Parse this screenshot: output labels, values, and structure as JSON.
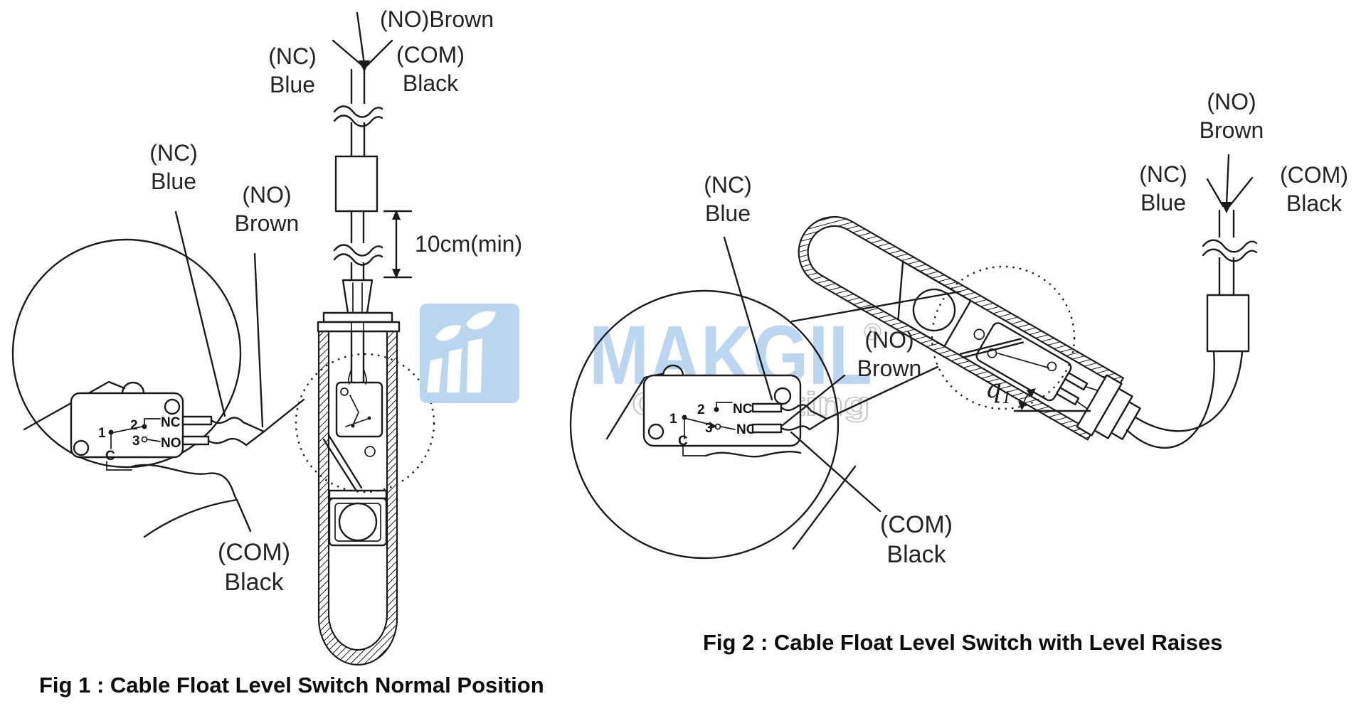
{
  "watermark": {
    "brand": "MAKGIL",
    "registered": "®",
    "tagline": "Connecting",
    "brand_color": "#bcd6f1",
    "tagline_color": "#c3c3c3"
  },
  "fig1": {
    "caption": "Fig 1 : Cable Float Level Switch Normal Position",
    "dimension_label": "10cm(min)",
    "wire_labels": {
      "no_top": "(NO)Brown",
      "nc_top": [
        "(NC)",
        "Blue"
      ],
      "com_top": [
        "(COM)",
        "Black"
      ],
      "nc_side": [
        "(NC)",
        "Blue"
      ],
      "no_side": [
        "(NO)",
        "Brown"
      ],
      "com_bottom": [
        "(COM)",
        "Black"
      ]
    },
    "switch_labels": {
      "p1": "1",
      "p2": "2",
      "p3": "3",
      "nc": "NC",
      "no": "NO",
      "c": "C"
    }
  },
  "fig2": {
    "caption": "Fig 2 : Cable Float Level Switch with Level Raises",
    "angle": {
      "symbol": "q",
      "subscript": "1"
    },
    "wire_labels": {
      "nc_side": [
        "(NC)",
        "Blue"
      ],
      "no_mid": [
        "(NO)",
        "Brown"
      ],
      "com_mid": [
        "(COM)",
        "Black"
      ],
      "no_top": [
        "(NO)",
        "Brown"
      ],
      "nc_top": [
        "(NC)",
        "Blue"
      ],
      "com_top": [
        "(COM)",
        "Black"
      ]
    },
    "switch_labels": {
      "p1": "1",
      "p2": "2",
      "p3": "3",
      "nc": "NC",
      "no": "NO",
      "c": "C"
    }
  }
}
